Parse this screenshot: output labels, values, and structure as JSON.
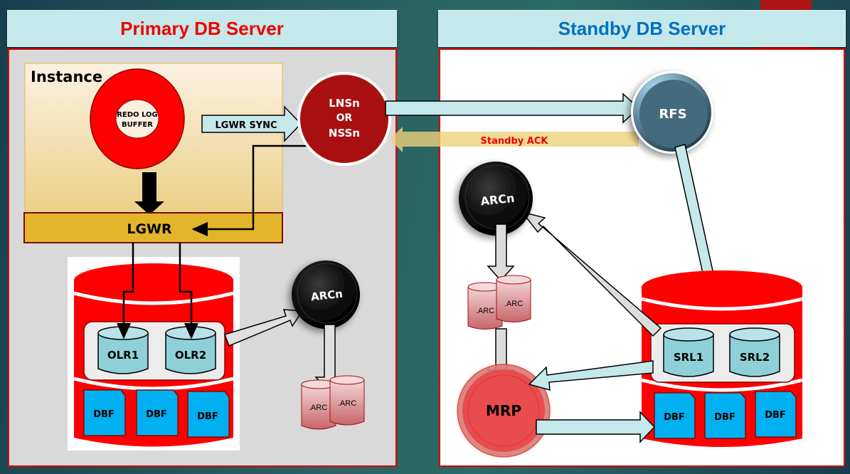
{
  "headers": {
    "primary": "Primary DB Server",
    "standby": "Standby DB Server"
  },
  "primary": {
    "instance_label": "Instance",
    "redo_buffer_line1": "REDO LOG",
    "redo_buffer_line2": "BUFFER",
    "lgwr_sync_label": "LGWR SYNC",
    "lgwr_label": "LGWR",
    "transport_line1": "LNSn",
    "transport_line2": "OR",
    "transport_line3": "NSSn",
    "online_logs": [
      "OLR1",
      "OLR2"
    ],
    "datafiles": [
      "DBF",
      "DBF",
      "DBF"
    ],
    "archiver_label": "ARCn",
    "archive_files": [
      ".ARC",
      ".ARC"
    ]
  },
  "standby": {
    "ack_label": "Standby ACK",
    "rfs_label": "RFS",
    "archiver_label": "ARCn",
    "archive_files": [
      ".ARC",
      ".ARC"
    ],
    "mrp_label": "MRP",
    "standby_logs": [
      "SRL1",
      "SRL2"
    ],
    "datafiles": [
      "DBF",
      "DBF",
      "DBF"
    ]
  },
  "colors": {
    "primary_header_text": "#f00000",
    "standby_header_text": "#0070c0",
    "db_red": "#ff0000",
    "log_teal": "#8fd0d8",
    "dbf_blue": "#00b0f0",
    "lgwr_gold": "#e3b52a",
    "transport_red": "#a81010",
    "rfs_slate": "#456a7e",
    "mrp_red": "#e84c4c"
  }
}
